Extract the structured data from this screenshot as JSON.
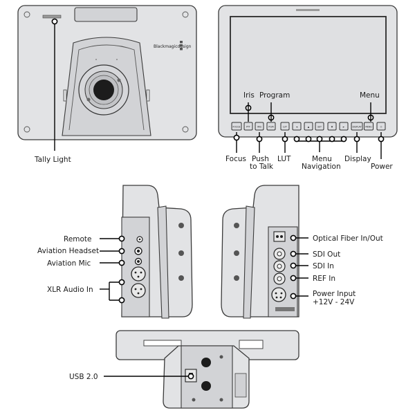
{
  "brand": "Blackmagicdesign",
  "monitor": {
    "keys": [
      "FOCUS",
      "PTT",
      "IRIS",
      "PGM",
      "LUT",
      "◄",
      "▲",
      "SET",
      "▼",
      "►",
      "DISPLAY",
      "MENU",
      "⏻"
    ]
  },
  "callouts": {
    "tally_light": "Tally Light",
    "iris": "Iris",
    "program": "Program",
    "menu_top": "Menu",
    "focus": "Focus",
    "push_to_talk": [
      "Push",
      "to Talk"
    ],
    "lut": "LUT",
    "menu_navigation": [
      "Menu",
      "Navigation"
    ],
    "display": "Display",
    "power": "Power",
    "remote": "Remote",
    "aviation_headset": "Aviation Headset",
    "aviation_mic": "Aviation Mic",
    "xlr_audio_in": "XLR Audio In",
    "optical_fiber": "Optical Fiber In/Out",
    "sdi_out": "SDI Out",
    "sdi_in": "SDI In",
    "ref_in": "REF In",
    "power_input": [
      "Power Input",
      "+12V - 24V"
    ],
    "usb": "USB 2.0"
  }
}
